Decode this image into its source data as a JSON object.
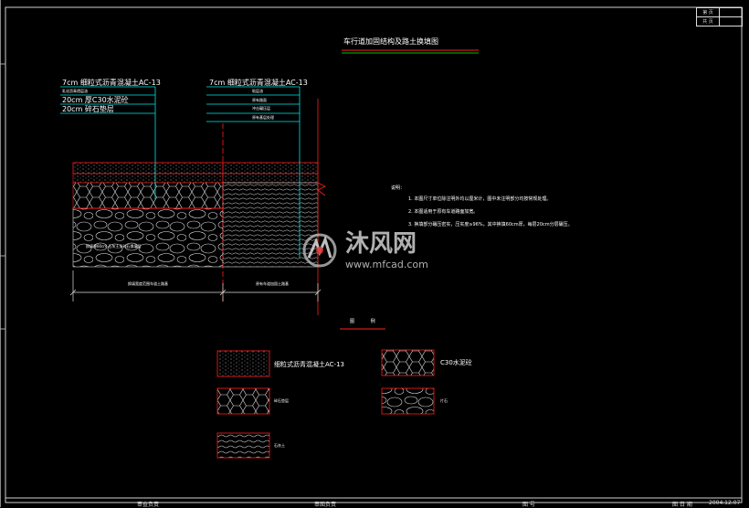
{
  "drawing": {
    "title": "车行道加固结构及路土换填图",
    "titleblock": [
      "第 页",
      "共 页"
    ],
    "bottom_bar": [
      "审查负责",
      "审图负责",
      "图 号",
      "图 日 期",
      "2004.12.07"
    ]
  },
  "callouts_left": {
    "lines": [
      "7cm 细粒式沥青混凝土AC-13",
      "乳化沥青透层油",
      "20cm 厚C30水泥砼",
      "20cm 碎石垫层"
    ]
  },
  "callouts_right": {
    "lines": [
      "7cm 细粒式沥青混凝土AC-13",
      "粘层油",
      "原有路面",
      "冲击碾压层",
      "原有基层处理"
    ]
  },
  "section": {
    "left_fill_label": "换填厚60cm 石灰土及碎石换填层",
    "dim_left": "换填宽度范围车道土路基",
    "dim_right": "原有车道加固土路基"
  },
  "notes": {
    "heading": "说明：",
    "items": [
      "1. 本图尺寸单位除注明外均以厘米计，图中未注明部分均按常规处理。",
      "2. 本图适用于原有车道路面加宽。",
      "3. 换填部分碾压密实，压实度≥96%，其中换填60cm厚，每层20cm分层碾压。"
    ]
  },
  "legend": {
    "heading": "图 例",
    "items": [
      {
        "label": "细粒式沥青混凝土AC-13"
      },
      {
        "label": "C30水泥砼"
      },
      {
        "label": "碎石垫层"
      },
      {
        "label": "片石"
      },
      {
        "label": "石灰土"
      }
    ]
  },
  "watermark": {
    "brand": "沐风网",
    "url": "www.mfcad.com"
  },
  "colors": {
    "line_red": "#ff2020",
    "line_cyan": "#00e5e5",
    "line_white": "#ffffff",
    "line_green": "#00c000",
    "border_gray": "#cccccc"
  }
}
